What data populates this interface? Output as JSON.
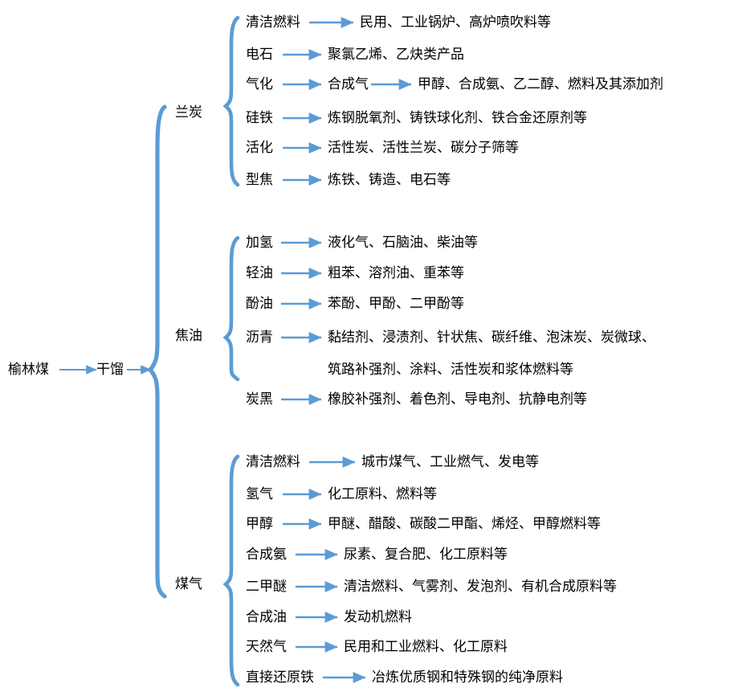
{
  "colors": {
    "accent_blue": "#5b9bd5",
    "text_black": "#000000",
    "background": "#ffffff"
  },
  "root": {
    "source_label": "榆林煤",
    "process_label": "干馏"
  },
  "groups": [
    {
      "id": "lantan",
      "label": "兰炭",
      "rows": [
        {
          "branch": "清洁燃料",
          "target": "民用、工业锅炉、高炉喷吹料等"
        },
        {
          "branch": "电石",
          "target": "聚氯乙烯、乙炔类产品"
        },
        {
          "branch": "气化",
          "mid": "合成气",
          "target": "甲醇、合成氨、乙二醇、燃料及其添加剂"
        },
        {
          "branch": "硅铁",
          "target": "炼钢脱氧剂、铸铁球化剂、铁合金还原剂等"
        },
        {
          "branch": "活化",
          "target": "活性炭、活性兰炭、碳分子筛等"
        },
        {
          "branch": "型焦",
          "target": "炼铁、铸造、电石等"
        }
      ]
    },
    {
      "id": "jiaoyou",
      "label": "焦油",
      "rows": [
        {
          "branch": "加氢",
          "target": "液化气、石脑油、柴油等"
        },
        {
          "branch": "轻油",
          "target": "粗苯、溶剂油、重苯等"
        },
        {
          "branch": "酚油",
          "target": "苯酚、甲酚、二甲酚等"
        },
        {
          "branch": "沥青",
          "target": "黏结剂、浸渍剂、针状焦、碳纤维、泡沫炭、炭微球、",
          "target_line2": "筑路补强剂、涂料、活性炭和浆体燃料等"
        },
        {
          "branch": "炭黑",
          "target": "橡胶补强剂、着色剂、导电剂、抗静电剂等"
        }
      ]
    },
    {
      "id": "meiqi",
      "label": "煤气",
      "rows": [
        {
          "branch": "清洁燃料",
          "target": "城市煤气、工业燃气、发电等"
        },
        {
          "branch": "氢气",
          "target": "化工原料、燃料等"
        },
        {
          "branch": "甲醇",
          "target": "甲醚、醋酸、碳酸二甲酯、烯烃、甲醇燃料等"
        },
        {
          "branch": "合成氨",
          "target": "尿素、复合肥、化工原料等"
        },
        {
          "branch": "二甲醚",
          "target": "清洁燃料、气雾剂、发泡剂、有机合成原料等"
        },
        {
          "branch": "合成油",
          "target": "发动机燃料"
        },
        {
          "branch": "天然气",
          "target": "民用和工业燃料、化工原料"
        },
        {
          "branch": "直接还原铁",
          "target": "冶炼优质钢和特殊钢的纯净原料"
        }
      ]
    }
  ]
}
